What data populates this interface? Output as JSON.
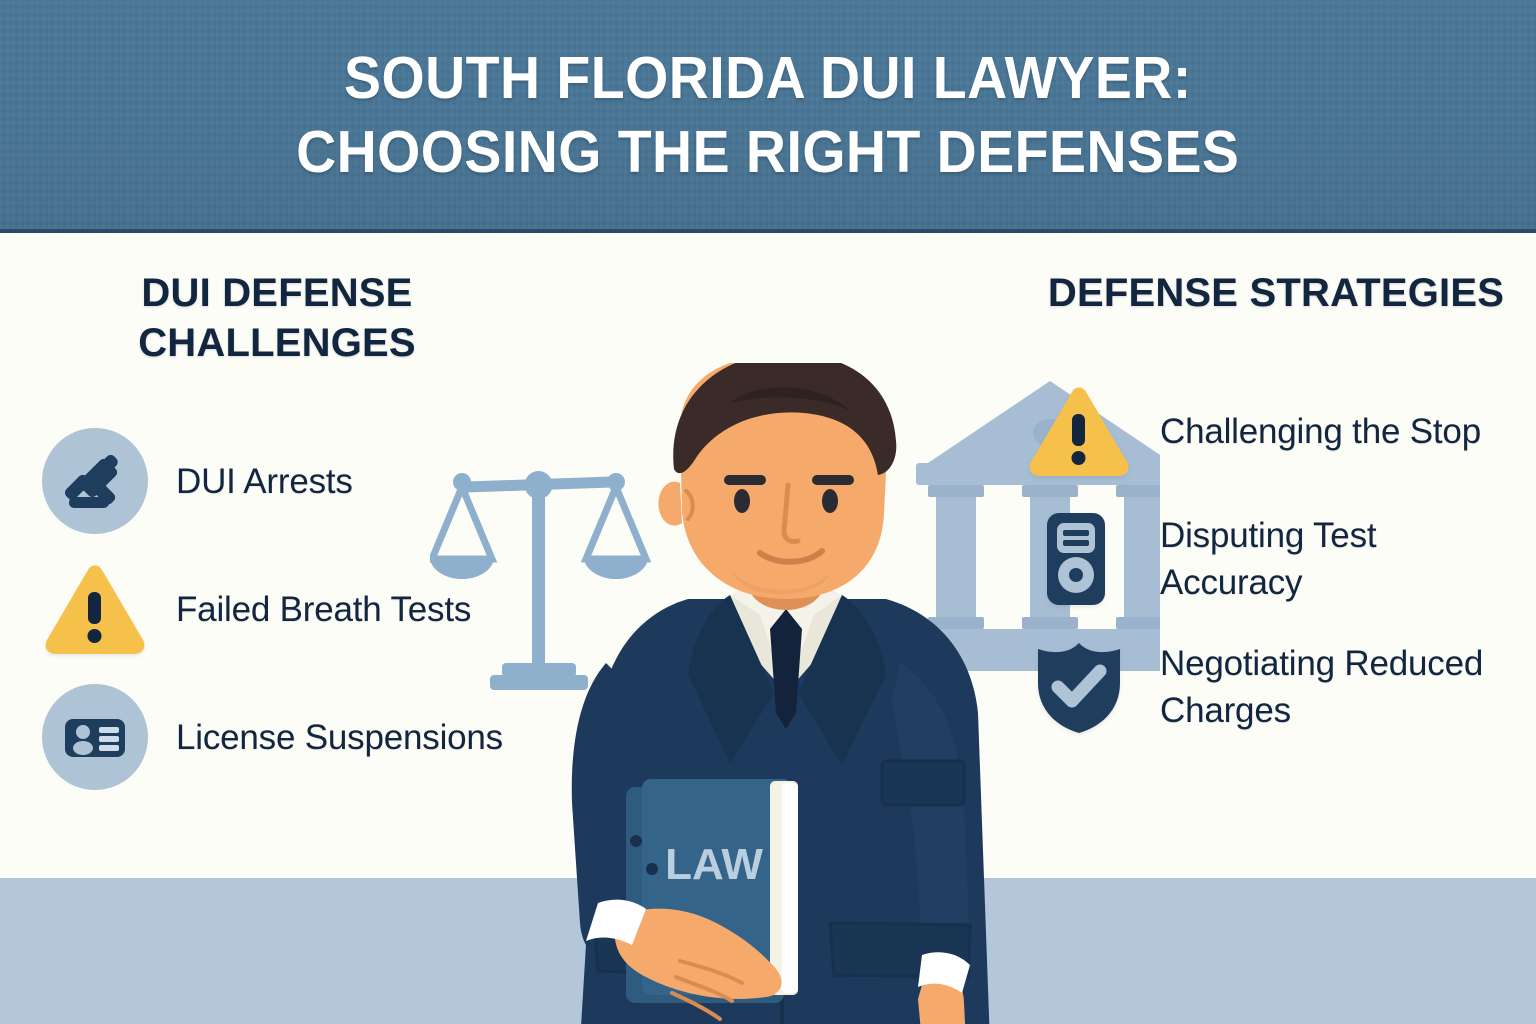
{
  "header": {
    "title_line1": "SOUTH FLORIDA DUI LAWYER:",
    "title_line2": "CHOOSING THE RIGHT DEFENSES",
    "background_color": "#4a7798",
    "text_color": "#ffffff"
  },
  "theme": {
    "body_background": "#fdfdf8",
    "floor_band": "#b4c6da",
    "navy": "#12263f",
    "icon_circle": "#aec3d6",
    "warning_yellow": "#f5c14a",
    "suit_navy": "#1d3a5c",
    "skin": "#f5a96a"
  },
  "left_column": {
    "heading": "DUI DEFENSE CHALLENGES",
    "items": [
      {
        "label": "DUI Arrests",
        "icon": "gavel-icon"
      },
      {
        "label": "Failed Breath Tests",
        "icon": "warning-triangle-icon"
      },
      {
        "label": "License Suspensions",
        "icon": "id-card-icon"
      }
    ]
  },
  "right_column": {
    "heading": "DEFENSE STRATEGIES",
    "items": [
      {
        "label": "Challenging the Stop",
        "icon": "warning-triangle-icon"
      },
      {
        "label": "Disputing Test Accuracy",
        "icon": "breathalyzer-icon"
      },
      {
        "label": "Negotiating Reduced Charges",
        "icon": "shield-check-icon"
      }
    ]
  },
  "illustration": {
    "book_label": "LAW",
    "elements": [
      "scales-of-justice",
      "courthouse",
      "lawyer-figure",
      "law-book"
    ]
  }
}
